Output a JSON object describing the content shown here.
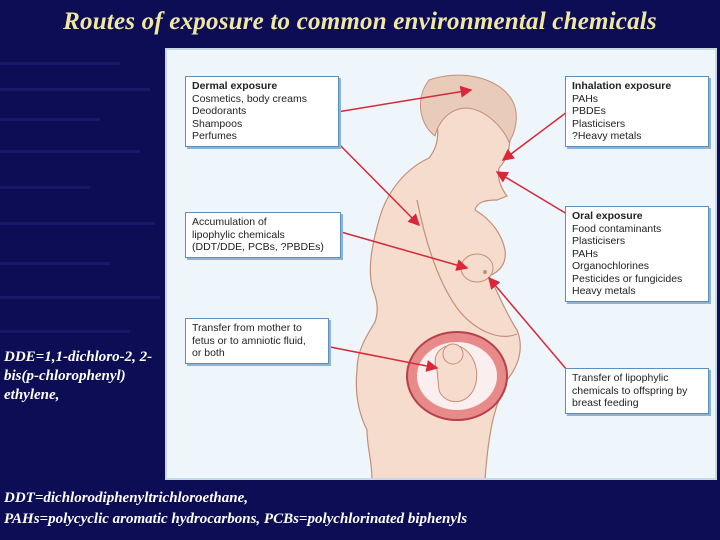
{
  "slide": {
    "title": "Routes of exposure to common environmental chemicals",
    "background_color": "#0d0d55",
    "title_color": "#f0e8a0"
  },
  "diagram": {
    "boxes": {
      "dermal": {
        "heading": "Dermal exposure",
        "items": [
          "Cosmetics, body creams",
          "Deodorants",
          "Shampoos",
          "Perfumes"
        ]
      },
      "inhalation": {
        "heading": "Inhalation exposure",
        "items": [
          "PAHs",
          "PBDEs",
          "Plasticisers",
          "?Heavy metals"
        ]
      },
      "accumulation": {
        "lines": [
          "Accumulation of",
          "lipophylic chemicals",
          "(DDT/DDE, PCBs, ?PBDEs)"
        ]
      },
      "oral": {
        "heading": "Oral exposure",
        "items": [
          "Food contaminants",
          "Plasticisers",
          "PAHs",
          "Organochlorines",
          "Pesticides or fungicides",
          "Heavy metals"
        ]
      },
      "transfer_fetus": {
        "lines": [
          "Transfer from mother to",
          "fetus or to amniotic fluid,",
          "or both"
        ]
      },
      "transfer_breast": {
        "lines": [
          "Transfer of lipophylic",
          "chemicals to offspring by",
          "breast feeding"
        ]
      }
    },
    "arrow_color": "#d8283a",
    "box_border_color": "#5a8fbf"
  },
  "notes": {
    "left": "DDE=1,1-dichloro-2, 2-bis(p-chlorophenyl) ethylene,",
    "bottom_line1": "DDT=dichlorodiphenyltrichloroethane,",
    "bottom_line2": "PAHs=polycyclic aromatic hydrocarbons, PCBs=polychlorinated biphenyls"
  }
}
